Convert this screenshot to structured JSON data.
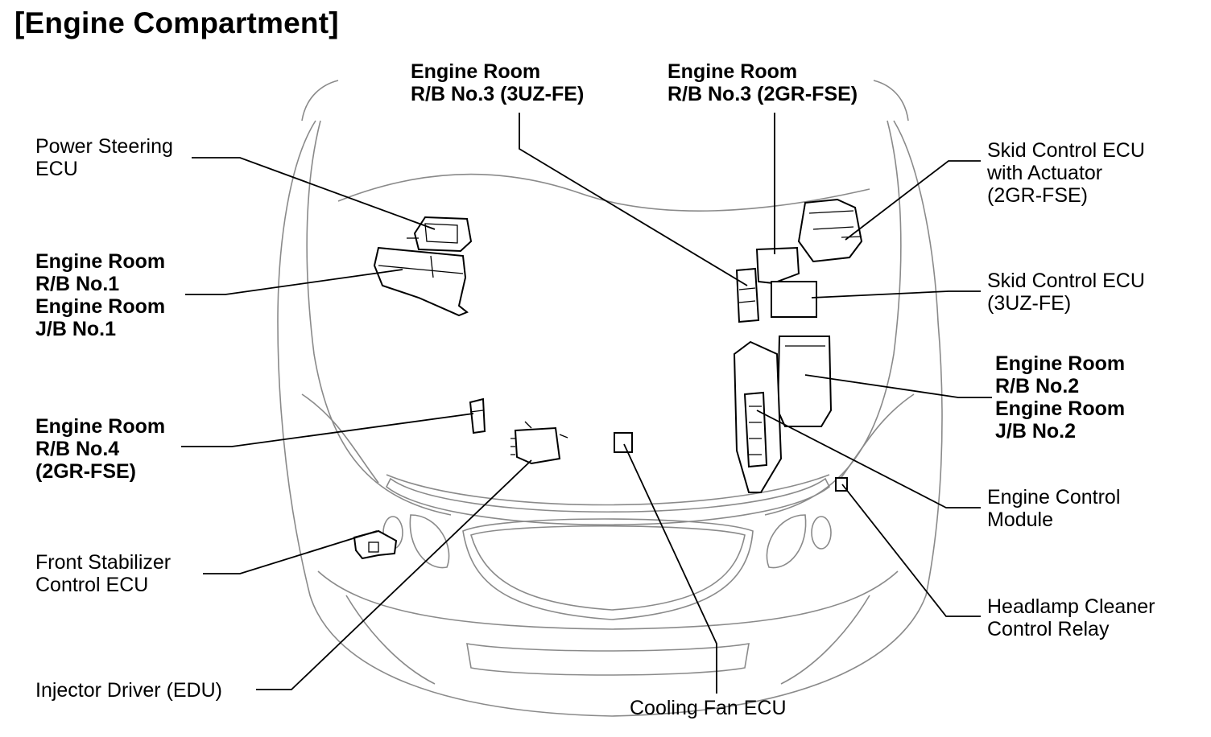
{
  "title": "[Engine Compartment]",
  "labels": {
    "power_steering": [
      "Power Steering",
      "ECU"
    ],
    "er_rb1_jb1": [
      "Engine Room",
      "R/B No.1",
      "Engine Room",
      "J/B No.1"
    ],
    "er_rb4": [
      "Engine Room",
      "R/B No.4",
      "(2GR-FSE)"
    ],
    "front_stabilizer": [
      "Front Stabilizer",
      "Control ECU"
    ],
    "injector_driver": [
      "Injector Driver (EDU)"
    ],
    "cooling_fan": [
      "Cooling Fan ECU"
    ],
    "er_rb3_3uz": [
      "Engine Room",
      "R/B No.3 (3UZ-FE)"
    ],
    "er_rb3_2gr": [
      "Engine Room",
      "R/B No.3 (2GR-FSE)"
    ],
    "skid_actuator": [
      "Skid Control ECU",
      "with Actuator",
      "(2GR-FSE)"
    ],
    "skid_3uz": [
      "Skid Control ECU",
      "(3UZ-FE)"
    ],
    "er_rb2_jb2": [
      "Engine Room",
      "R/B No.2",
      "Engine Room",
      "J/B No.2"
    ],
    "ecm": [
      "Engine Control",
      "Module"
    ],
    "headlamp_cleaner": [
      "Headlamp Cleaner",
      "Control Relay"
    ]
  }
}
